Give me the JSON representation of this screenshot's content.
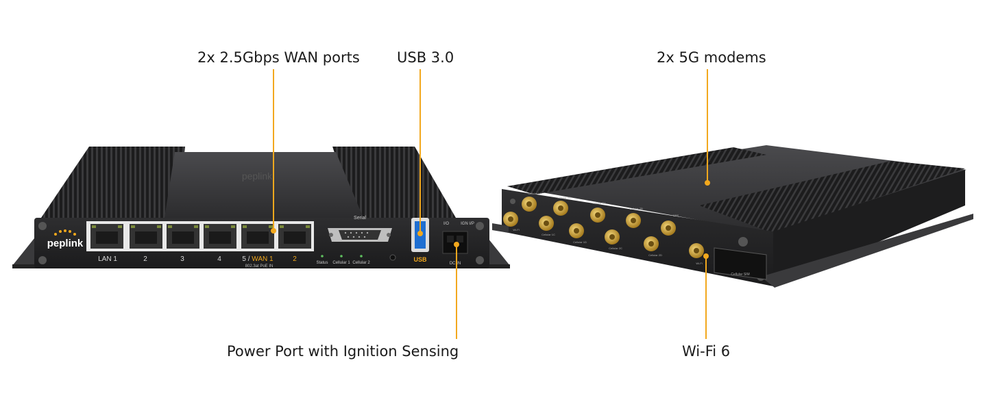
{
  "callouts": {
    "wan": "2x 2.5Gbps WAN ports",
    "usb": "USB 3.0",
    "modems": "2x 5G modems",
    "power": "Power Port with Ignition Sensing",
    "wifi": "Wi-Fi 6"
  },
  "front_panel": {
    "brand": "peplink",
    "port_labels": [
      "LAN 1",
      "2",
      "3",
      "4"
    ],
    "wan_label_prefix": "5 / ",
    "wan1_label": "WAN 1",
    "wan2_label": "2",
    "poe_label": "802.3at PoE IN",
    "serial_label": "Serial",
    "led_labels": [
      "Status",
      "Cellular 1",
      "Cellular 2"
    ],
    "usb_label": "USB",
    "io_label": "I/O",
    "ign_label": "IGN I/P",
    "dc_label": "DC IN"
  },
  "rear_panel": {
    "antenna_labels": [
      "Wi-Fi",
      "Cellular 1A",
      "Cellular 1B",
      "Cellular 1C",
      "Cellular 1D",
      "Cellular 2A",
      "Cellular 2B",
      "Cellular 2C",
      "Cellular 2D",
      "GPS",
      "Wi-Fi"
    ],
    "sim_label": "Cellular SIM"
  },
  "colors": {
    "accent": "#f2a81d",
    "chassis": "#2b2b2d",
    "usb_blue": "#1f6fd1",
    "antenna_gold": "#c9a037"
  }
}
